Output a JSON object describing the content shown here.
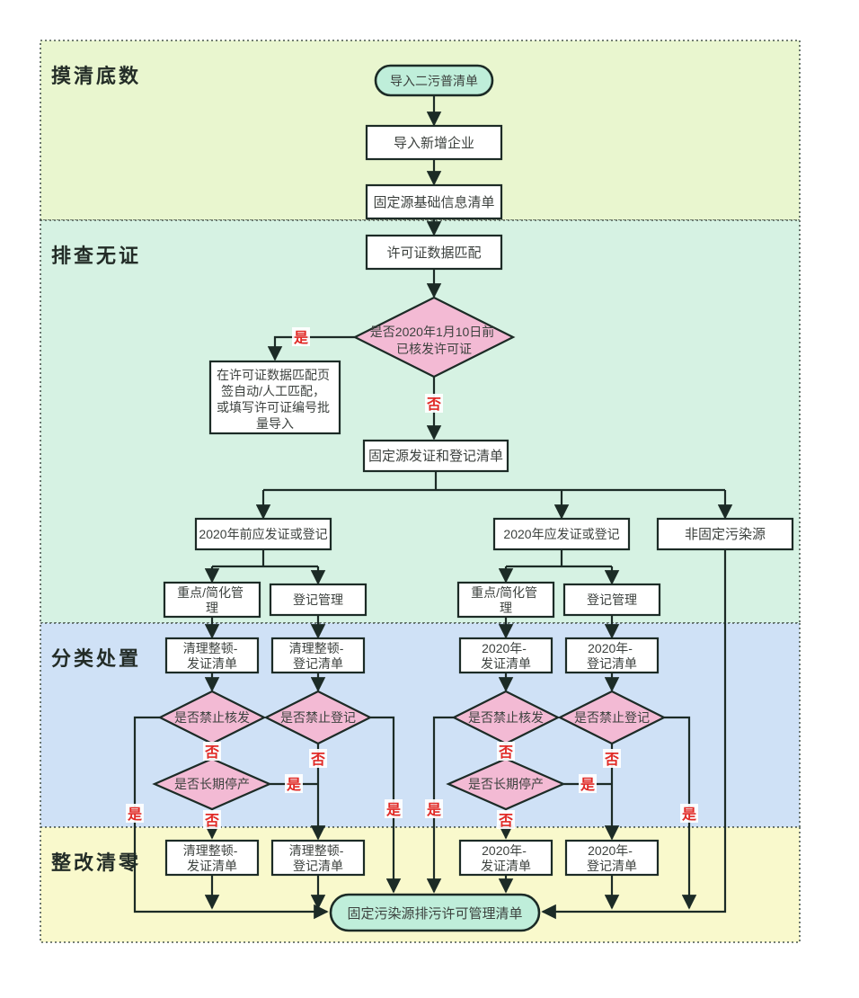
{
  "diagram": {
    "colors": {
      "band1": "#e9f6cf",
      "band2": "#d6f2e3",
      "band3": "#cfe1f6",
      "band4": "#f9f9cc",
      "diamond": "#f3bad4",
      "pill": "#bfeeda",
      "process": "#ffffff",
      "line": "#1c2b26",
      "label_red": "#e12a26"
    },
    "bands": [
      {
        "label": "摸清底数"
      },
      {
        "label": "排查无证"
      },
      {
        "label": "分类处置"
      },
      {
        "label": "整改清零"
      }
    ],
    "branch_labels": {
      "yes": "是",
      "no": "否"
    },
    "nodes": {
      "start": {
        "label": "导入二污普清单"
      },
      "import_new": {
        "label": "导入新增企业"
      },
      "base_info": {
        "label": "固定源基础信息清单"
      },
      "license_match": {
        "label": "许可证数据匹配"
      },
      "d_issued_before": {
        "lines": [
          "是否2020年1月10日前",
          "已核发许可证"
        ]
      },
      "manual_match": {
        "lines": [
          "在许可证数据匹配页",
          "签自动/人工匹配，",
          "或填写许可证编号批",
          "量导入"
        ]
      },
      "issue_reg_list": {
        "label": "固定源发证和登记清单"
      },
      "pre_2020": {
        "label": "2020年前应发证或登记"
      },
      "in_2020": {
        "label": "2020年应发证或登记"
      },
      "non_fixed": {
        "label": "非固定污染源"
      },
      "key_simplified": {
        "lines": [
          "重点/简化管",
          "理"
        ]
      },
      "registration_mgmt": {
        "label": "登记管理"
      },
      "cleanup_issue_list": {
        "lines": [
          "清理整顿-",
          "发证清单"
        ]
      },
      "cleanup_reg_list": {
        "lines": [
          "清理整顿-",
          "登记清单"
        ]
      },
      "y2020_issue_list": {
        "lines": [
          "2020年-",
          "发证清单"
        ]
      },
      "y2020_reg_list": {
        "lines": [
          "2020年-",
          "登记清单"
        ]
      },
      "d_ban_issue": {
        "label": "是否禁止核发"
      },
      "d_ban_reg": {
        "label": "是否禁止登记"
      },
      "d_long_shutdown": {
        "label": "是否长期停产"
      },
      "end": {
        "label": "固定污染源排污许可管理清单"
      }
    }
  }
}
